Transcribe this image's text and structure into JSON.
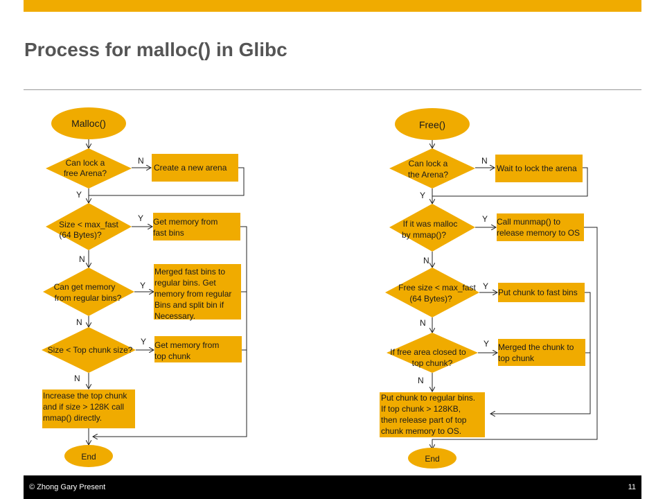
{
  "slide": {
    "title": "Process for malloc() in Glibc",
    "footer": "© Zhong Gary Present",
    "page_number": "11",
    "accent_color": "#f0ab00"
  },
  "malloc": {
    "start": "Malloc()",
    "d1": [
      "Can lock a",
      "free Arena?"
    ],
    "b1": [
      "Create a new arena"
    ],
    "d2": [
      "Size < max_fast",
      "(64 Bytes)?"
    ],
    "b2": [
      "Get memory from",
      "fast bins"
    ],
    "d3": [
      "Can get memory",
      "from regular bins?"
    ],
    "b3": [
      "Merged fast bins to",
      "regular bins. Get",
      "memory from regular",
      "Bins and split bin if",
      "Necessary."
    ],
    "d4": [
      "Size < Top chunk size?"
    ],
    "b4": [
      "Get memory from",
      "top chunk"
    ],
    "b5": [
      "Increase the top chunk",
      "and if size > 128K call",
      "mmap() directly."
    ],
    "end": "End"
  },
  "free": {
    "start": "Free()",
    "d1": [
      "Can lock a",
      "the Arena?"
    ],
    "b1": [
      "Wait to lock the arena"
    ],
    "d2": [
      "If it was malloc",
      "by mmap()?"
    ],
    "b2": [
      "Call munmap() to",
      "release memory to OS"
    ],
    "d3": [
      "Free size < max_fast",
      "(64 Bytes)?"
    ],
    "b3": [
      "Put chunk to fast bins"
    ],
    "d4": [
      "If free area closed to",
      "top chunk?"
    ],
    "b4": [
      "Merged the chunk to",
      "top chunk"
    ],
    "b5": [
      "Put chunk to regular bins.",
      "If top chunk > 128KB,",
      "then release part of top",
      "chunk memory to OS."
    ],
    "end": "End"
  },
  "labels": {
    "yes": "Y",
    "no": "N"
  }
}
